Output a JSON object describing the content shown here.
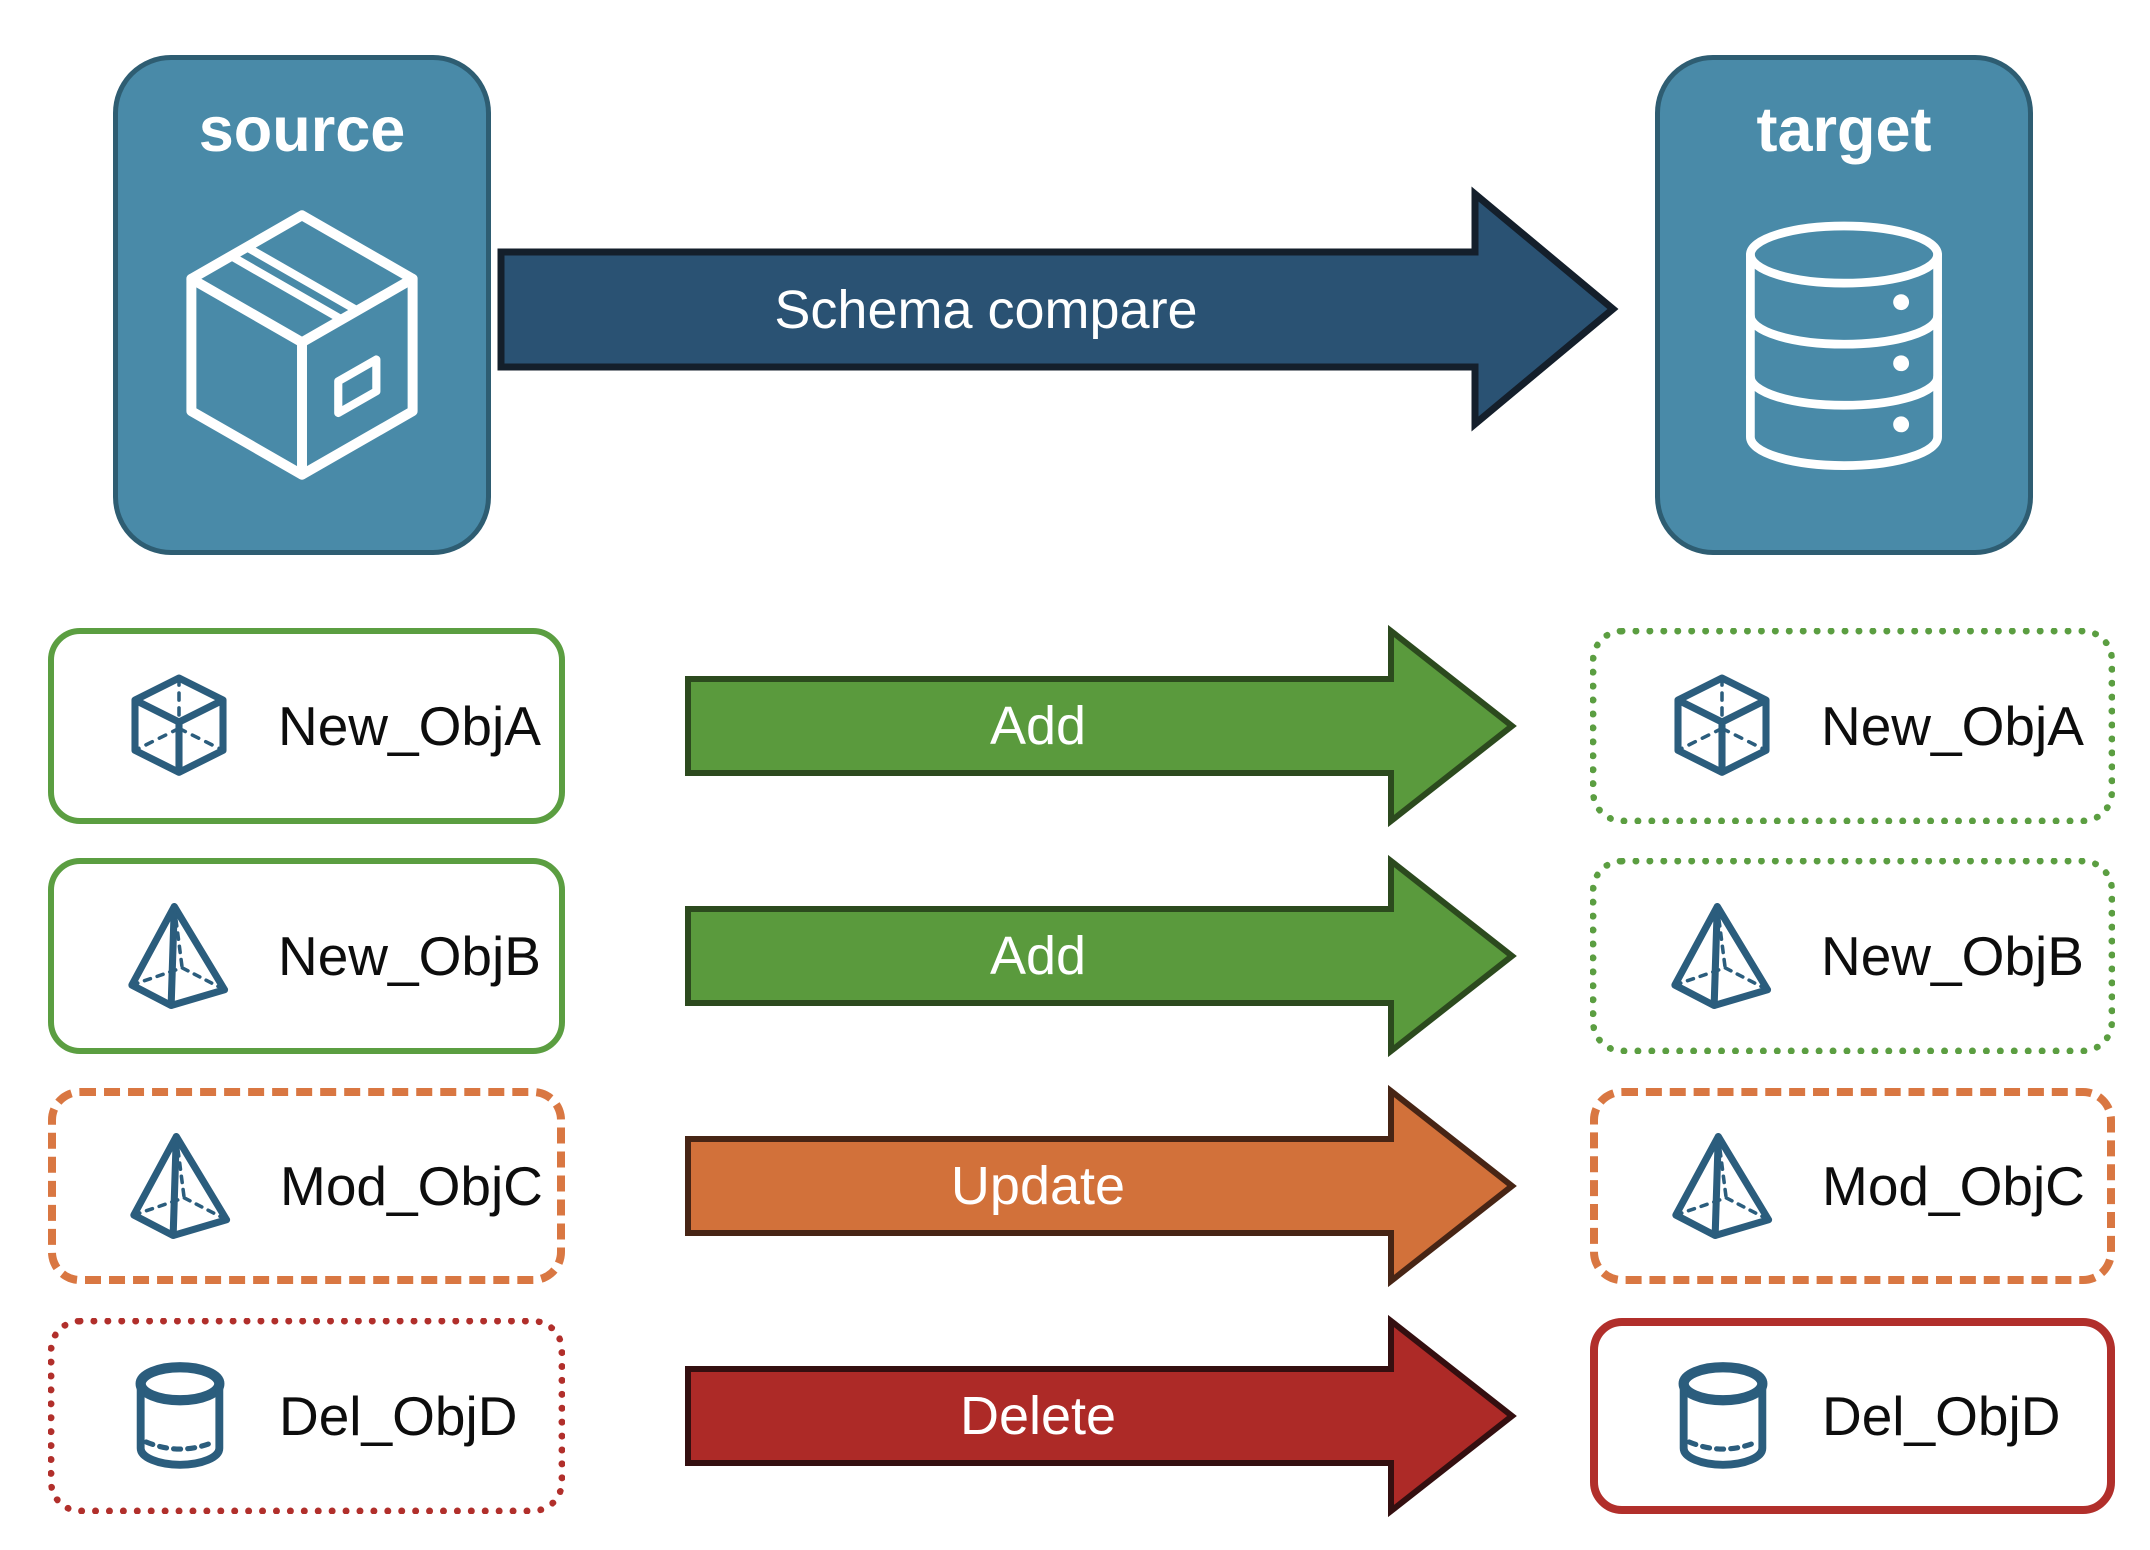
{
  "diagram": {
    "source": {
      "label": "source",
      "icon": "package-icon",
      "fill": "#498aa8",
      "border_color": "#2e5d72",
      "icon_color": "#ffffff",
      "text_color": "#ffffff"
    },
    "target": {
      "label": "target",
      "icon": "database-icon",
      "fill": "#498aa8",
      "border_color": "#2e5d72",
      "icon_color": "#ffffff",
      "text_color": "#ffffff"
    },
    "compare_arrow": {
      "label": "Schema compare",
      "fill": "#2a5273",
      "stroke": "#141f2b",
      "text_color": "#ffffff"
    },
    "object_icon_color": "#2b5d7d",
    "object_label_color": "#0d0d0d",
    "rows": [
      {
        "action": {
          "label": "Add",
          "fill": "#5a9a3d",
          "stroke": "#2c4a1e"
        },
        "source_item": {
          "label": "New_ObjA",
          "icon": "cube-icon",
          "border_color": "#5b9e41",
          "border_style": "solid",
          "border_width": 6
        },
        "target_item": {
          "label": "New_ObjA",
          "icon": "cube-icon",
          "border_color": "#5b9e41",
          "border_style": "dotted",
          "border_width": 7
        }
      },
      {
        "action": {
          "label": "Add",
          "fill": "#5a9a3d",
          "stroke": "#2c4a1e"
        },
        "source_item": {
          "label": "New_ObjB",
          "icon": "pyramid-icon",
          "border_color": "#5b9e41",
          "border_style": "solid",
          "border_width": 6
        },
        "target_item": {
          "label": "New_ObjB",
          "icon": "pyramid-icon",
          "border_color": "#5b9e41",
          "border_style": "dotted",
          "border_width": 7
        }
      },
      {
        "action": {
          "label": "Update",
          "fill": "#d2713a",
          "stroke": "#472515"
        },
        "source_item": {
          "label": "Mod_ObjC",
          "icon": "pyramid-icon",
          "border_color": "#d97742",
          "border_style": "dashed",
          "border_width": 8
        },
        "target_item": {
          "label": "Mod_ObjC",
          "icon": "pyramid-icon",
          "border_color": "#d97742",
          "border_style": "dashed",
          "border_width": 8
        }
      },
      {
        "action": {
          "label": "Delete",
          "fill": "#ad2a27",
          "stroke": "#340f10"
        },
        "source_item": {
          "label": "Del_ObjD",
          "icon": "cylinder-icon",
          "border_color": "#b12f2b",
          "border_style": "dotted",
          "border_width": 7
        },
        "target_item": {
          "label": "Del_ObjD",
          "icon": "cylinder-icon",
          "border_color": "#b12f2b",
          "border_style": "solid",
          "border_width": 8
        }
      }
    ]
  }
}
